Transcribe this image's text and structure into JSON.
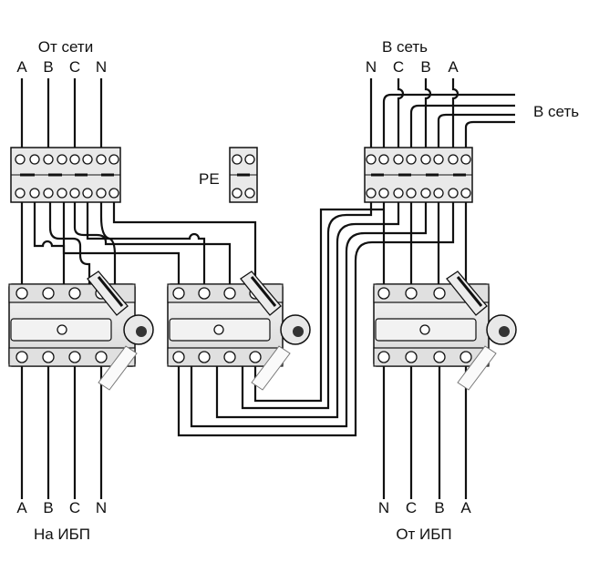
{
  "labels": {
    "from_grid": "От сети",
    "to_grid_top": "В сеть",
    "to_grid_right": "В сеть",
    "pe": "PE",
    "to_ups": "На ИБП",
    "from_ups": "От ИБП"
  },
  "phases": {
    "top_left": [
      "A",
      "B",
      "C",
      "N"
    ],
    "top_right": [
      "N",
      "C",
      "B",
      "A"
    ],
    "bottom_left": [
      "A",
      "B",
      "C",
      "N"
    ],
    "bottom_right": [
      "N",
      "C",
      "B",
      "A"
    ]
  },
  "colors": {
    "line": "#111111",
    "device": "#e4e4e4",
    "device_dark": "#9a9a9a",
    "knob": "#333333"
  }
}
